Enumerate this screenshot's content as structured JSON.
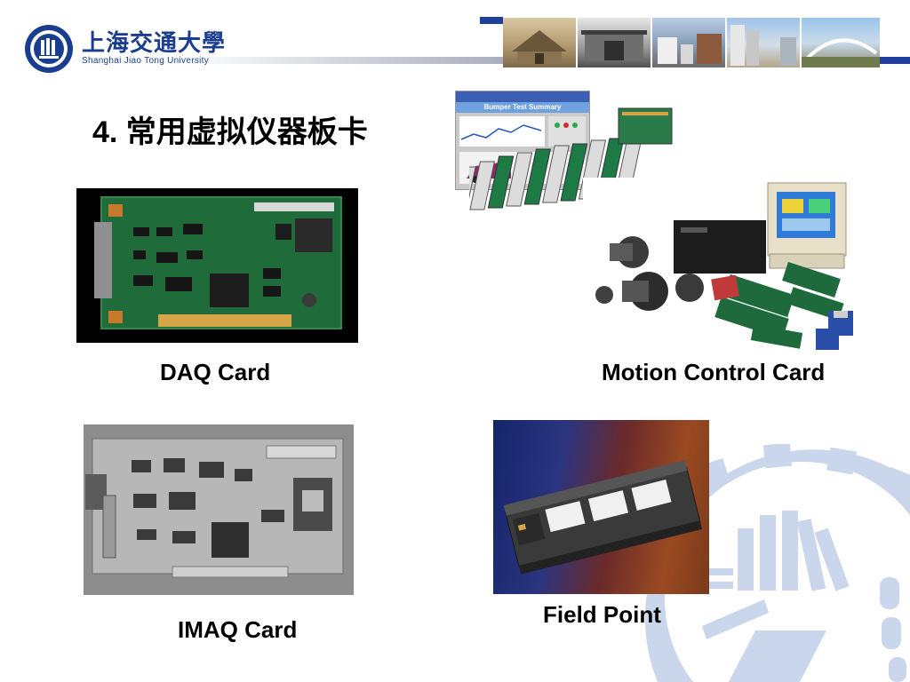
{
  "header": {
    "logo_cn": "上海交通大學",
    "logo_en": "Shanghai Jiao Tong University"
  },
  "slide": {
    "title": "4. 常用虚拟仪器板卡"
  },
  "cards": {
    "daq": "DAQ Card",
    "motion": "Motion Control Card",
    "imaq": "IMAQ Card",
    "fieldpoint": "Field Point"
  },
  "screen_title": "Bumper Test Summary",
  "colors": {
    "brand_blue": "#1a3d8f",
    "bar_blue": "#1f3f9a",
    "watermark": "#c9d6ec"
  }
}
